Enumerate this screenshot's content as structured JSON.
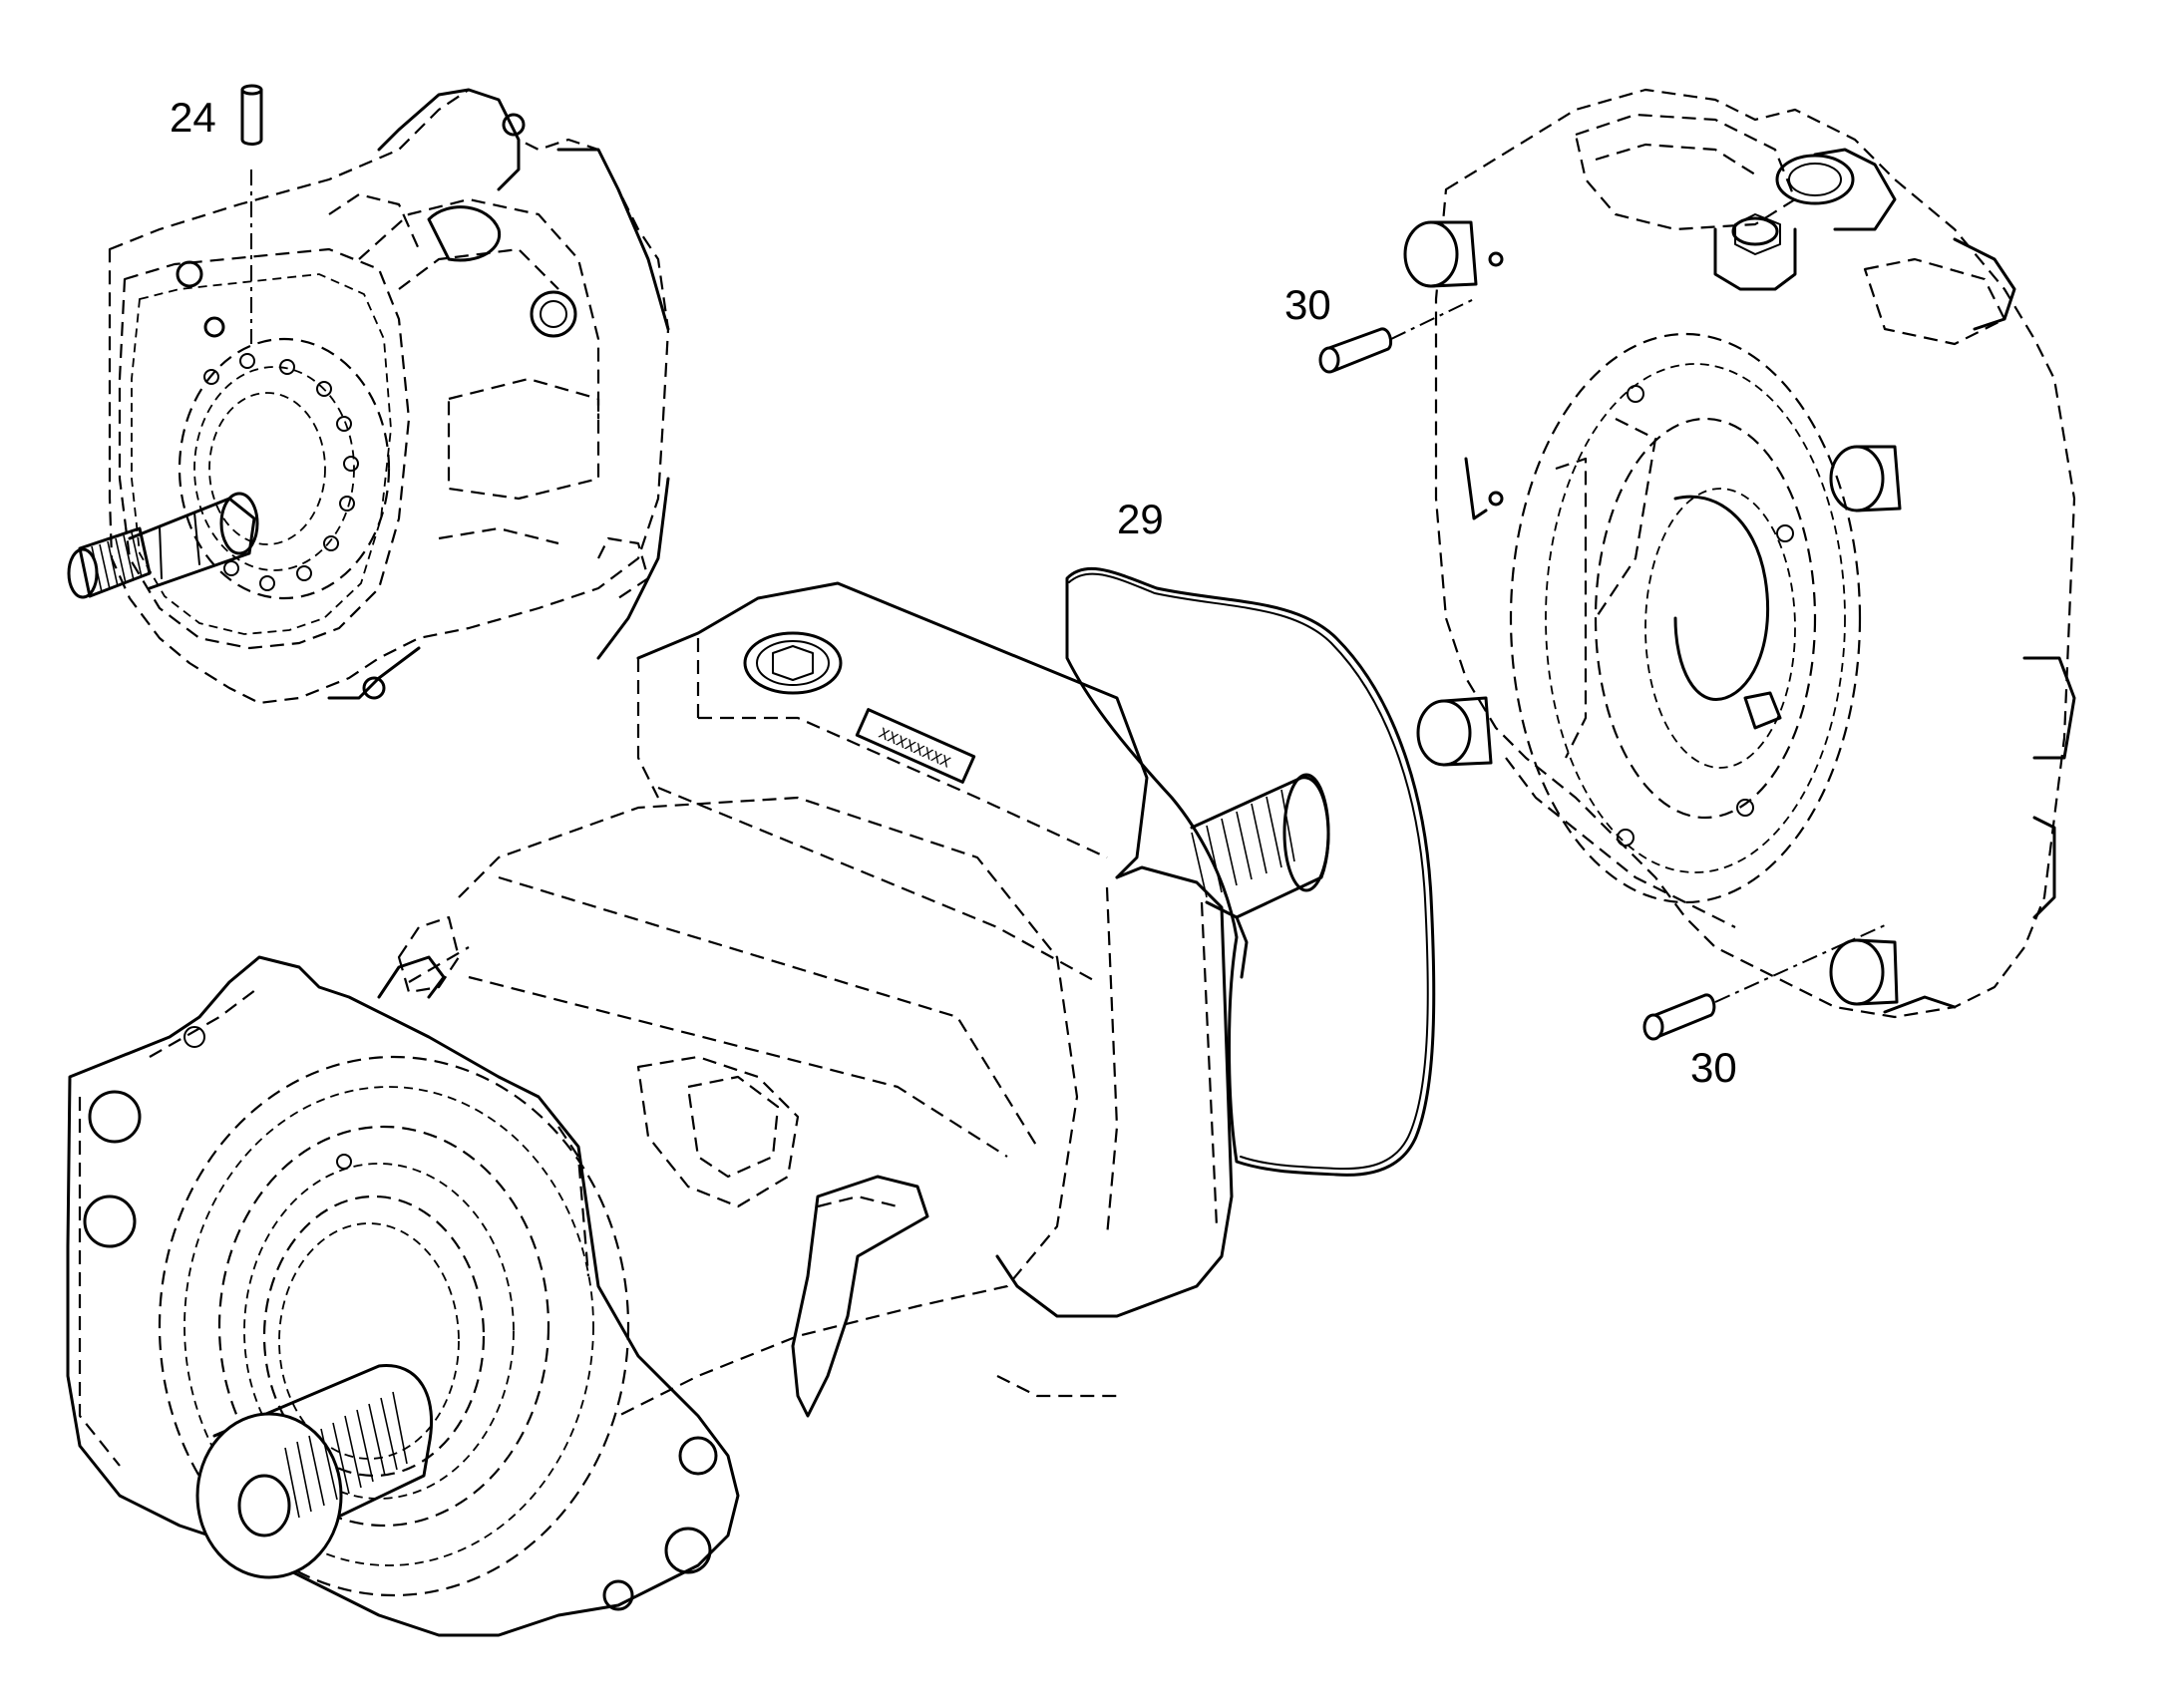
{
  "callouts": [
    {
      "id": "c24",
      "text": "24"
    },
    {
      "id": "c29",
      "text": "29"
    },
    {
      "id": "c30a",
      "text": "30"
    },
    {
      "id": "c30b",
      "text": "30"
    }
  ],
  "nameplate": {
    "text": "XXXXXXXX"
  }
}
